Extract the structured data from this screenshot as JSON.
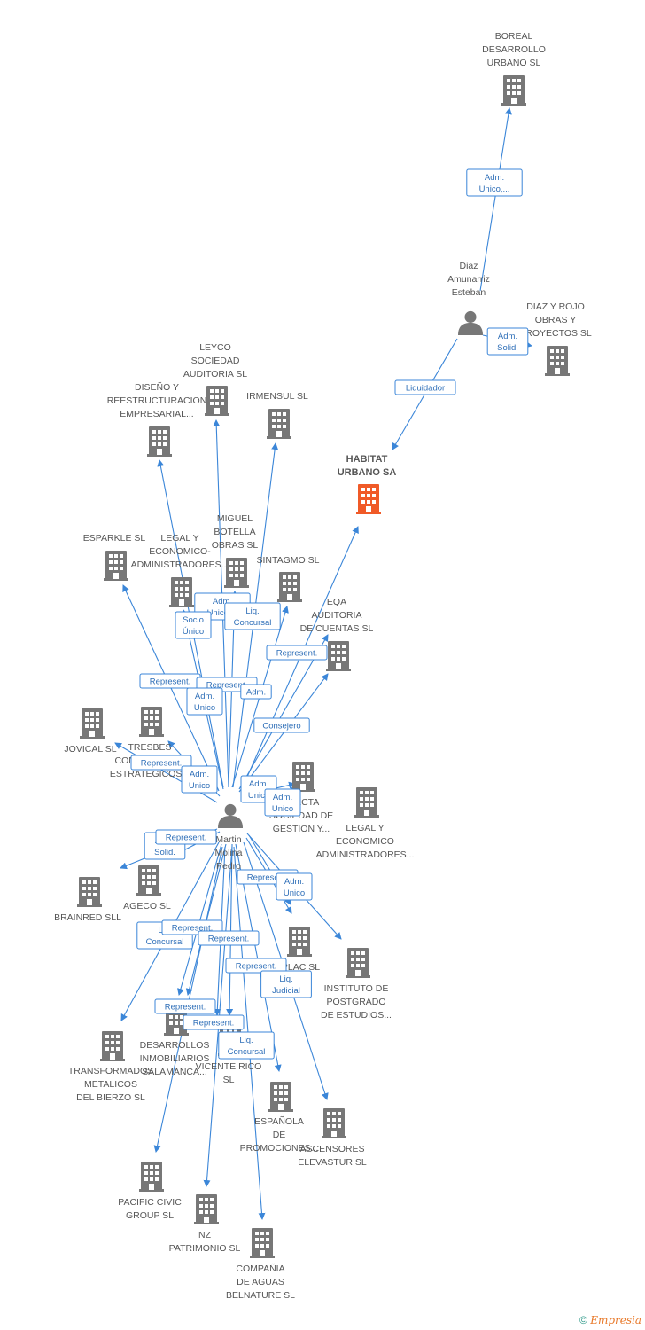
{
  "colors": {
    "edge": "#3b86d8",
    "company": "#777777",
    "main": "#f05a28",
    "person": "#777777"
  },
  "nodes": {
    "habitat": {
      "type": "main",
      "lines": [
        "HABITAT",
        "URBANO SA"
      ]
    },
    "diaz": {
      "type": "person",
      "lines": [
        "Diaz",
        "Amunarriz",
        "Esteban"
      ]
    },
    "martin": {
      "type": "person",
      "lines": [
        "Martin",
        "Molina",
        "Pedro"
      ]
    },
    "boreal": {
      "type": "company",
      "lines": [
        "BOREAL",
        "DESARROLLO",
        "URBANO  SL"
      ]
    },
    "diazrojo": {
      "type": "company",
      "lines": [
        "DIAZ Y ROJO",
        "OBRAS Y",
        "PROYECTOS SL"
      ]
    },
    "leyco": {
      "type": "company",
      "lines": [
        "LEYCO",
        "SOCIEDAD",
        "AUDITORIA SL"
      ]
    },
    "diseno": {
      "type": "company",
      "lines": [
        "DISEÑO Y",
        "REESTRUCTURACION",
        "EMPRESARIAL..."
      ]
    },
    "irmensul": {
      "type": "company",
      "lines": [
        "IRMENSUL SL"
      ]
    },
    "esparkle": {
      "type": "company",
      "lines": [
        "ESPARKLE SL"
      ]
    },
    "legal1": {
      "type": "company",
      "lines": [
        "LEGAL Y",
        "ECONOMICO-",
        "ADMINISTRADORES..."
      ]
    },
    "miguel": {
      "type": "company",
      "lines": [
        "MIGUEL",
        "BOTELLA",
        "OBRAS SL"
      ]
    },
    "sintagmo": {
      "type": "company",
      "lines": [
        "SINTAGMO  SL"
      ]
    },
    "eqa": {
      "type": "company",
      "lines": [
        "EQA",
        "AUDITORIA",
        "DE CUENTAS SL"
      ]
    },
    "jovical": {
      "type": "company",
      "lines": [
        "JOVICAL SL"
      ]
    },
    "tresbes": {
      "type": "company",
      "lines": [
        "TRESBES",
        "CONSULTORES",
        "ESTRATEGICOS..."
      ]
    },
    "efecta": {
      "type": "company",
      "lines": [
        "EFECTA",
        "SOCIEDAD DE",
        "GESTION Y..."
      ]
    },
    "legal2": {
      "type": "company",
      "lines": [
        "LEGAL Y",
        "ECONOMICO",
        "ADMINISTRADORES..."
      ]
    },
    "brainred": {
      "type": "company",
      "lines": [
        "BRAINRED SLL"
      ]
    },
    "ageco": {
      "type": "company",
      "lines": [
        "AGECO SL"
      ]
    },
    "splac": {
      "type": "company",
      "lines": [
        "SPLAC SL"
      ]
    },
    "instituto": {
      "type": "company",
      "lines": [
        "INSTITUTO DE",
        "POSTGRADO",
        "DE ESTUDIOS..."
      ]
    },
    "transformados": {
      "type": "company",
      "lines": [
        "TRANSFORMADOS",
        "METALICOS",
        "DEL BIERZO SL"
      ]
    },
    "desarrollos": {
      "type": "company",
      "lines": [
        "DESARROLLOS",
        "INMOBILIARIOS",
        "SALAMANCA..."
      ]
    },
    "vicente": {
      "type": "company",
      "lines": [
        "VICENTE RICO",
        "SL"
      ]
    },
    "espanola": {
      "type": "company",
      "lines": [
        "ESPAÑOLA",
        "DE",
        "PROMOCIONES..."
      ]
    },
    "ascensores": {
      "type": "company",
      "lines": [
        "ASCENSORES",
        "ELEVASTUR SL"
      ]
    },
    "pacific": {
      "type": "company",
      "lines": [
        "PACIFIC CIVIC",
        "GROUP SL"
      ]
    },
    "nz": {
      "type": "company",
      "lines": [
        "NZ",
        "PATRIMONIO SL"
      ]
    },
    "compania": {
      "type": "company",
      "lines": [
        "COMPAÑIA",
        "DE AGUAS",
        "BELNATURE SL"
      ]
    }
  },
  "edges": [
    {
      "from": "diaz",
      "to": "boreal",
      "label": [
        "Adm.",
        "Unico,..."
      ]
    },
    {
      "from": "diaz",
      "to": "diazrojo",
      "label": [
        "Adm.",
        "Solid."
      ]
    },
    {
      "from": "diaz",
      "to": "habitat",
      "label": [
        "Liquidador"
      ]
    },
    {
      "from": "martin",
      "to": "habitat",
      "label": []
    },
    {
      "from": "martin",
      "to": "leyco",
      "label": [
        "Adm.",
        "Unico,..."
      ]
    },
    {
      "from": "martin",
      "to": "diseno",
      "label": [
        "Socio",
        "Único"
      ]
    },
    {
      "from": "martin",
      "to": "irmensul",
      "label": [
        "Liq.",
        "Concursal"
      ]
    },
    {
      "from": "martin",
      "to": "esparkle",
      "label": [
        "Represent."
      ]
    },
    {
      "from": "martin",
      "to": "legal1",
      "label": [
        "Represent."
      ]
    },
    {
      "from": "martin",
      "to": "miguel",
      "label": [
        "Adm.",
        "Unico"
      ]
    },
    {
      "from": "martin",
      "to": "sintagmo",
      "label": [
        "Adm."
      ]
    },
    {
      "from": "martin",
      "to": "eqa",
      "label": [
        "Represent."
      ]
    },
    {
      "from": "martin",
      "to": "eqa2",
      "label": [
        "Consejero"
      ]
    },
    {
      "from": "martin",
      "to": "jovical",
      "label": [
        "Represent."
      ]
    },
    {
      "from": "martin",
      "to": "tresbes",
      "label": [
        "Adm.",
        "Unico"
      ]
    },
    {
      "from": "martin",
      "to": "efecta",
      "label": [
        "Adm.",
        "Unico"
      ]
    },
    {
      "from": "martin",
      "to": "efecta2",
      "label": [
        "Adm.",
        "Unico"
      ]
    },
    {
      "from": "martin",
      "to": "brainred",
      "label": [
        "Adm.",
        "Solid."
      ]
    },
    {
      "from": "martin",
      "to": "ageco",
      "label": [
        "Represent."
      ]
    },
    {
      "from": "martin",
      "to": "splac",
      "label": [
        "Represent."
      ]
    },
    {
      "from": "martin",
      "to": "splac2",
      "label": [
        "Adm.",
        "Unico"
      ]
    },
    {
      "from": "martin",
      "to": "instituto",
      "label": []
    },
    {
      "from": "martin",
      "to": "transformados",
      "label": [
        "Liq.",
        "Concursal"
      ]
    },
    {
      "from": "martin",
      "to": "desarrollos",
      "label": [
        "Represent."
      ]
    },
    {
      "from": "martin",
      "to": "desarrollos2",
      "label": [
        "Represent."
      ]
    },
    {
      "from": "martin",
      "to": "vicente",
      "label": [
        "Represent."
      ]
    },
    {
      "from": "martin",
      "to": "vicente2",
      "label": [
        "Liq.",
        "Judicial"
      ]
    },
    {
      "from": "martin",
      "to": "espanola",
      "label": [
        "Represent."
      ]
    },
    {
      "from": "martin",
      "to": "pacific",
      "label": [
        "Represent."
      ]
    },
    {
      "from": "martin",
      "to": "nz",
      "label": [
        "Liq.",
        "Concursal"
      ]
    },
    {
      "from": "martin",
      "to": "compania",
      "label": []
    },
    {
      "from": "martin",
      "to": "ascensores",
      "label": []
    }
  ],
  "footer": {
    "copyright": "©",
    "brand": "Empresia"
  }
}
